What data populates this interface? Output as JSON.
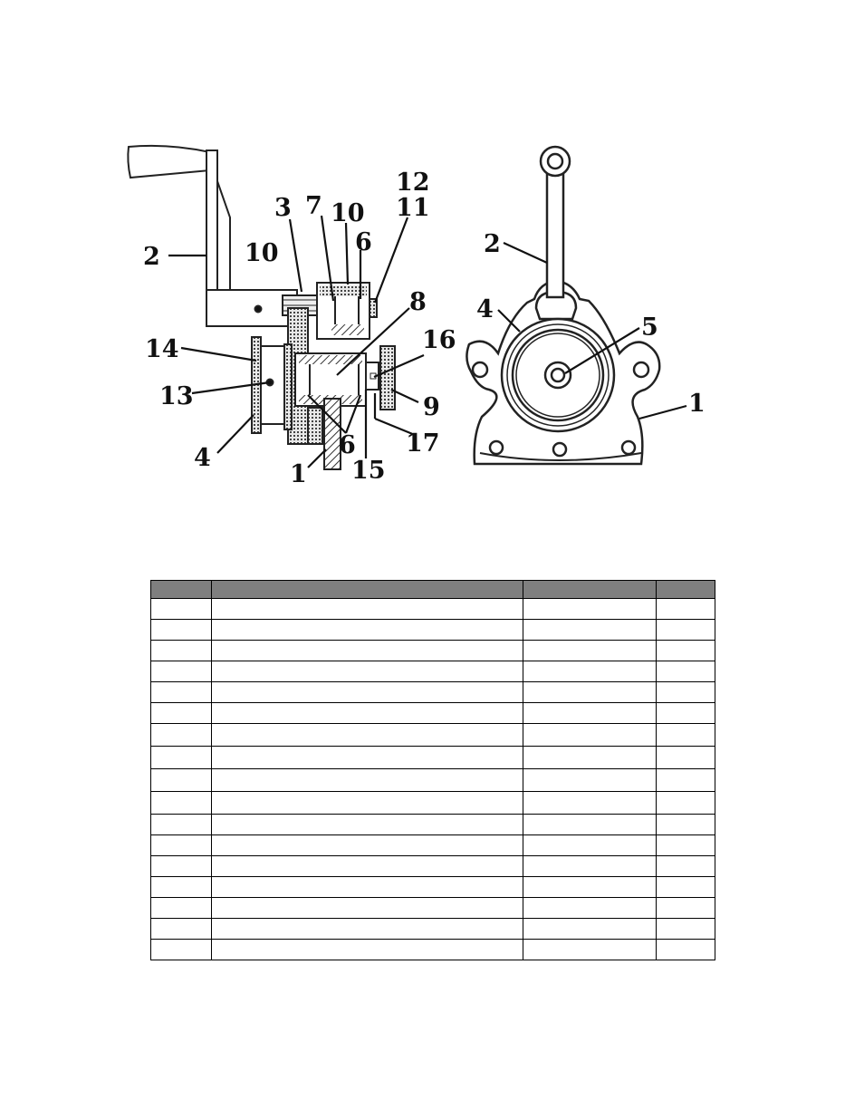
{
  "diagram": {
    "side_view_callouts": [
      "2",
      "3",
      "7",
      "10",
      "6",
      "12",
      "11",
      "10",
      "8",
      "14",
      "16",
      "13",
      "9",
      "4",
      "6",
      "17",
      "1",
      "15"
    ],
    "front_view_callouts": [
      "2",
      "4",
      "5",
      "1"
    ]
  },
  "table": {
    "headers": [
      "",
      "",
      "",
      ""
    ],
    "rows": [
      [
        "",
        "",
        "",
        ""
      ],
      [
        "",
        "",
        "",
        ""
      ],
      [
        "",
        "",
        "",
        ""
      ],
      [
        "",
        "",
        "",
        ""
      ],
      [
        "",
        "",
        "",
        ""
      ],
      [
        "",
        "",
        "",
        ""
      ],
      [
        "",
        "",
        "",
        ""
      ],
      [
        "",
        "",
        "",
        ""
      ],
      [
        "",
        "",
        "",
        ""
      ],
      [
        "",
        "",
        "",
        ""
      ],
      [
        "",
        "",
        "",
        ""
      ],
      [
        "",
        "",
        "",
        ""
      ],
      [
        "",
        "",
        "",
        ""
      ],
      [
        "",
        "",
        "",
        ""
      ],
      [
        "",
        "",
        "",
        ""
      ],
      [
        "",
        "",
        "",
        ""
      ],
      [
        "",
        "",
        "",
        ""
      ]
    ]
  }
}
